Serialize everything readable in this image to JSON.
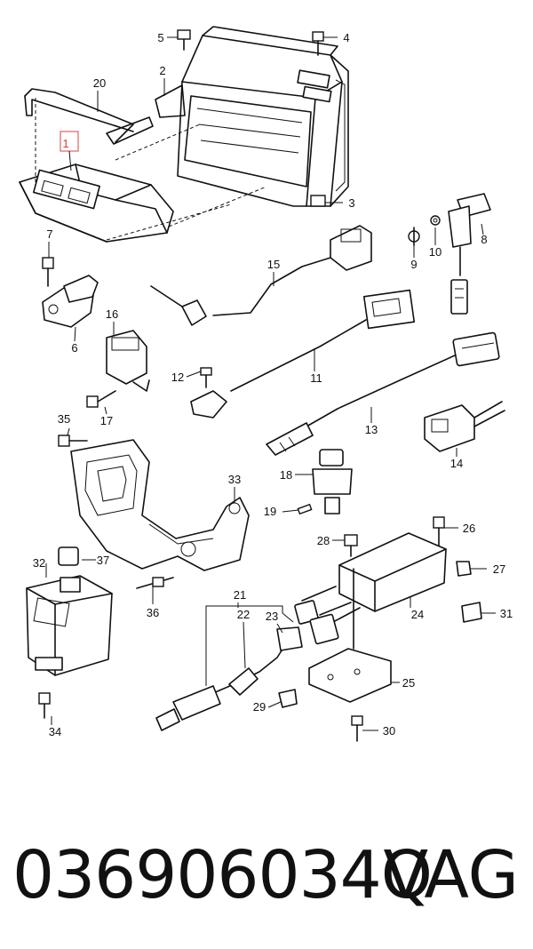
{
  "diagram": {
    "highlight_callout": "1",
    "callouts": [
      "1",
      "2",
      "3",
      "4",
      "5",
      "6",
      "7",
      "8",
      "9",
      "10",
      "11",
      "12",
      "13",
      "14",
      "15",
      "16",
      "17",
      "18",
      "19",
      "20",
      "21",
      "22",
      "23",
      "24",
      "25",
      "26",
      "27",
      "28",
      "29",
      "30",
      "31",
      "32",
      "33",
      "34",
      "35",
      "36",
      "37"
    ]
  },
  "footer": {
    "part_number": "036906034Q",
    "brand": "VAG"
  }
}
